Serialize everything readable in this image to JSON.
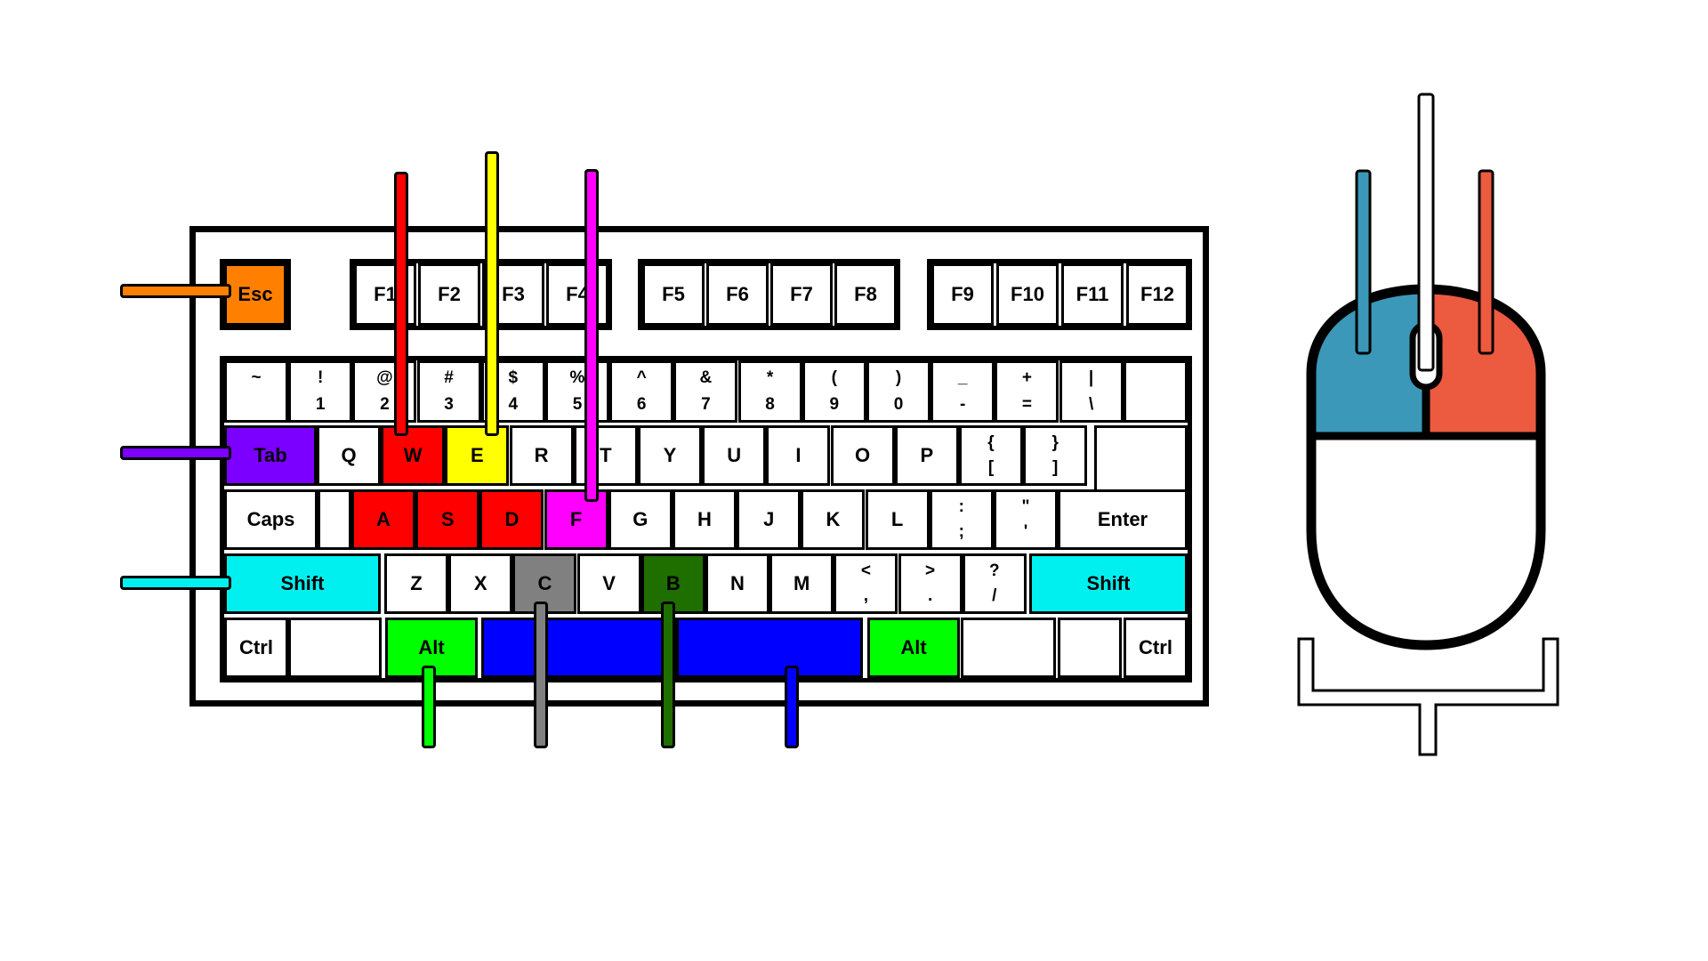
{
  "colors": {
    "esc": "#ff8000",
    "tab": "#7b00ff",
    "shift": "#00f0f0",
    "w": "#ff0000",
    "e": "#ffff00",
    "f": "#ff00ff",
    "asd": "#ff0000",
    "c": "#808080",
    "b": "#1f6e00",
    "alt": "#00ff00",
    "space": "#0000ff",
    "mouse_left": "#3b98b8",
    "mouse_right": "#ec5a3f",
    "mouse_middle": "#ffffff"
  },
  "keyboard": {
    "function_row": {
      "esc": "Esc",
      "f_keys": [
        "F1",
        "F2",
        "F3",
        "F4",
        "F5",
        "F6",
        "F7",
        "F8",
        "F9",
        "F10",
        "F11",
        "F12"
      ]
    },
    "number_row": {
      "keys": [
        {
          "top": "~",
          "bot": ""
        },
        {
          "top": "!",
          "bot": "1"
        },
        {
          "top": "@",
          "bot": "2"
        },
        {
          "top": "#",
          "bot": "3"
        },
        {
          "top": "$",
          "bot": "4"
        },
        {
          "top": "%",
          "bot": "5"
        },
        {
          "top": "^",
          "bot": "6"
        },
        {
          "top": "&",
          "bot": "7"
        },
        {
          "top": "*",
          "bot": "8"
        },
        {
          "top": "(",
          "bot": "9"
        },
        {
          "top": ")",
          "bot": "0"
        },
        {
          "top": "_",
          "bot": "-"
        },
        {
          "top": "+",
          "bot": "="
        },
        {
          "top": "|",
          "bot": "\\"
        },
        {
          "top": "",
          "bot": ""
        }
      ]
    },
    "top_row": {
      "tab": "Tab",
      "letters": [
        "Q",
        "W",
        "E",
        "R",
        "T",
        "Y",
        "U",
        "I",
        "O",
        "P"
      ],
      "brackets": [
        {
          "top": "{",
          "bot": "["
        },
        {
          "top": "}",
          "bot": "]"
        }
      ]
    },
    "home_row": {
      "caps": "Caps",
      "letters": [
        "A",
        "S",
        "D",
        "F",
        "G",
        "H",
        "J",
        "K",
        "L"
      ],
      "punct": [
        {
          "top": ":",
          "bot": ";"
        },
        {
          "top": "\"",
          "bot": "'"
        }
      ],
      "enter": "Enter"
    },
    "bottom_row": {
      "shift_left": "Shift",
      "letters": [
        "Z",
        "X",
        "C",
        "V",
        "B",
        "N",
        "M"
      ],
      "punct": [
        {
          "top": "<",
          "bot": ","
        },
        {
          "top": ">",
          "bot": "."
        },
        {
          "top": "?",
          "bot": "/"
        }
      ],
      "shift_right": "Shift"
    },
    "space_row": {
      "ctrl_left": "Ctrl",
      "alt_left": "Alt",
      "alt_right": "Alt",
      "ctrl_right": "Ctrl"
    }
  }
}
